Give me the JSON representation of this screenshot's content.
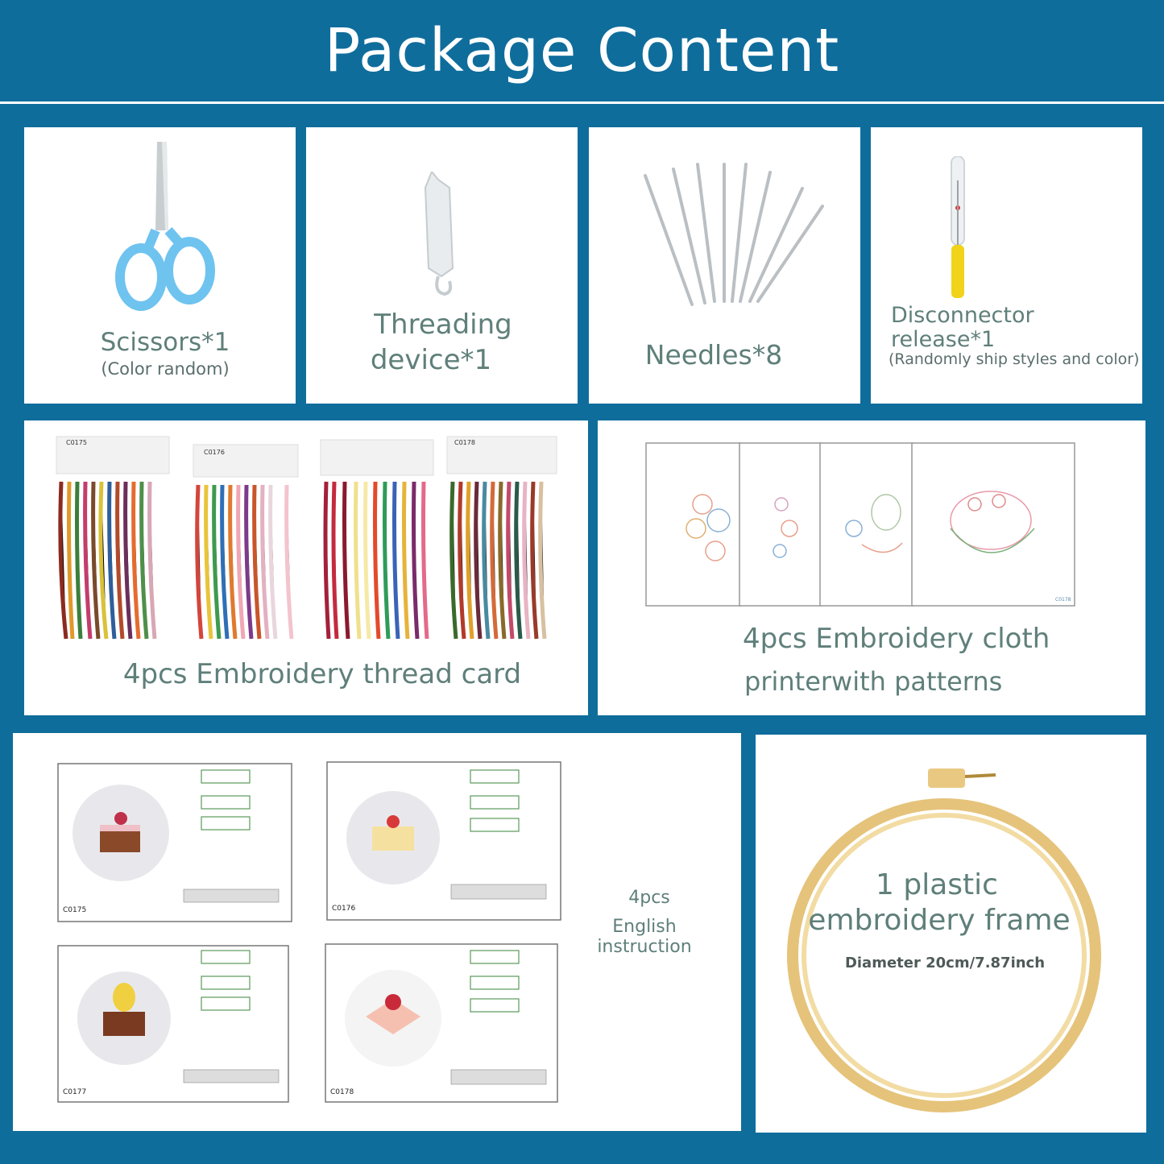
{
  "header": {
    "title": "Package Content"
  },
  "items": {
    "scissors": {
      "label": "Scissors*1",
      "note": "(Color random)"
    },
    "threader": {
      "label_line1": "Threading",
      "label_line2": "device*1"
    },
    "needles": {
      "label": "Needles*8"
    },
    "ripper": {
      "label_line1": "Disconnector",
      "label_line2": "release*1",
      "note": "(Randomly ship styles and color)"
    },
    "thread_cards": {
      "label": "4pcs Embroidery thread card",
      "codes": [
        "C0175",
        "C0176",
        "",
        "C0178"
      ]
    },
    "cloth": {
      "label_line1": "4pcs Embroidery cloth",
      "label_line2": "printerwith patterns",
      "code": "C0178"
    },
    "instructions": {
      "label_line1": "4pcs",
      "label_line2": "English instruction",
      "codes": [
        "C0175",
        "C0176",
        "C0177",
        "C0178"
      ]
    },
    "hoop": {
      "label_line1": "1 plastic",
      "label_line2": "embroidery frame",
      "note": "Diameter 20cm/7.87inch"
    }
  },
  "colors": {
    "background": "#0f6d9c",
    "panel": "#ffffff",
    "caption": "#5f7f7a"
  }
}
